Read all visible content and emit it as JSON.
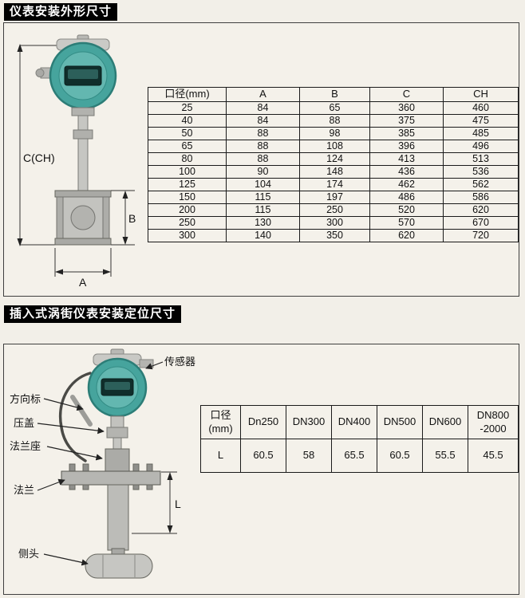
{
  "colors": {
    "badge_bg": "#000000",
    "badge_text": "#ffffff",
    "head_teal": "#46a49d",
    "head_teal_inner": "#63b7b0"
  },
  "section1": {
    "title": "仪表安装外形尺寸",
    "dims": {
      "c": "C(CH)",
      "b": "B",
      "a": "A"
    },
    "table": {
      "headers": [
        "口径(mm)",
        "A",
        "B",
        "C",
        "CH"
      ],
      "rows": [
        [
          "25",
          "84",
          "65",
          "360",
          "460"
        ],
        [
          "40",
          "84",
          "88",
          "375",
          "475"
        ],
        [
          "50",
          "88",
          "98",
          "385",
          "485"
        ],
        [
          "65",
          "88",
          "108",
          "396",
          "496"
        ],
        [
          "80",
          "88",
          "124",
          "413",
          "513"
        ],
        [
          "100",
          "90",
          "148",
          "436",
          "536"
        ],
        [
          "125",
          "104",
          "174",
          "462",
          "562"
        ],
        [
          "150",
          "115",
          "197",
          "486",
          "586"
        ],
        [
          "200",
          "115",
          "250",
          "520",
          "620"
        ],
        [
          "250",
          "130",
          "300",
          "570",
          "670"
        ],
        [
          "300",
          "140",
          "350",
          "620",
          "720"
        ]
      ]
    }
  },
  "section2": {
    "title": "插入式涡街仪表安装定位尺寸",
    "labels": {
      "sensor": "传感器",
      "direction_marker": "方向标",
      "gland": "压盖",
      "flange_seat": "法兰座",
      "flange": "法兰",
      "probe": "侧头",
      "l_dim": "L"
    },
    "table": {
      "corner": "口径\n(mm)",
      "columns": [
        "Dn250",
        "DN300",
        "DN400",
        "DN500",
        "DN600",
        "DN800\n-2000"
      ],
      "row_label": "L",
      "values": [
        "60.5",
        "58",
        "65.5",
        "60.5",
        "55.5",
        "45.5"
      ]
    }
  }
}
